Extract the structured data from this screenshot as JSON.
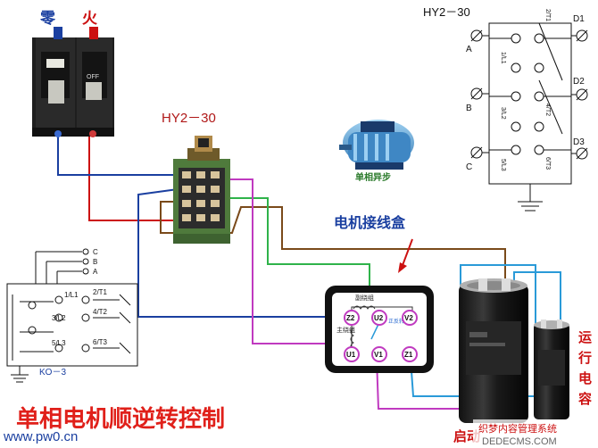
{
  "breaker": {
    "label_neutral": "零",
    "label_live": "火",
    "label_off": "OFF"
  },
  "switch_title": "HY2－30",
  "motor": {
    "caption": "单相异步",
    "box_title": "电机接线盒"
  },
  "terminal_box": {
    "header": "副绕组",
    "main_winding": "主绕组",
    "reverse_label": "正反转开关",
    "terminals": [
      "Z2",
      "U2",
      "V2",
      "U1",
      "V1",
      "Z1"
    ]
  },
  "schematic_top": {
    "title": "HY2－30",
    "left_terminals": [
      "A",
      "B",
      "C"
    ],
    "right_terminals": [
      "D1",
      "D2",
      "D3"
    ],
    "poles_left": [
      "1/L1",
      "3/L2",
      "5/L3"
    ],
    "poles_right": [
      "2/T1",
      "4/T2",
      "6/T3"
    ]
  },
  "schematic_bottom": {
    "label": "KO－3",
    "inputs": [
      "C",
      "B",
      "A"
    ],
    "poles_left": [
      "1/L1",
      "3/L2",
      "5/L3"
    ],
    "poles_right": [
      "2/T1",
      "4/T2",
      "6/T3"
    ]
  },
  "capacitors": {
    "start": "启动",
    "run": [
      "运",
      "行",
      "电",
      "容"
    ]
  },
  "main_title": "单相电机顺逆转控制",
  "watermark": {
    "site": "www.pw0.cn",
    "brand": "织梦内容管理系统",
    "domain": "DEDECMS.COM"
  },
  "colors": {
    "live": "#cc1111",
    "neutral": "#1a3fa0",
    "green": "#2fb34a",
    "magenta": "#c03ac0",
    "brown": "#7a4a1a",
    "cyan": "#2a9ad8",
    "title_red": "#e0201a"
  }
}
